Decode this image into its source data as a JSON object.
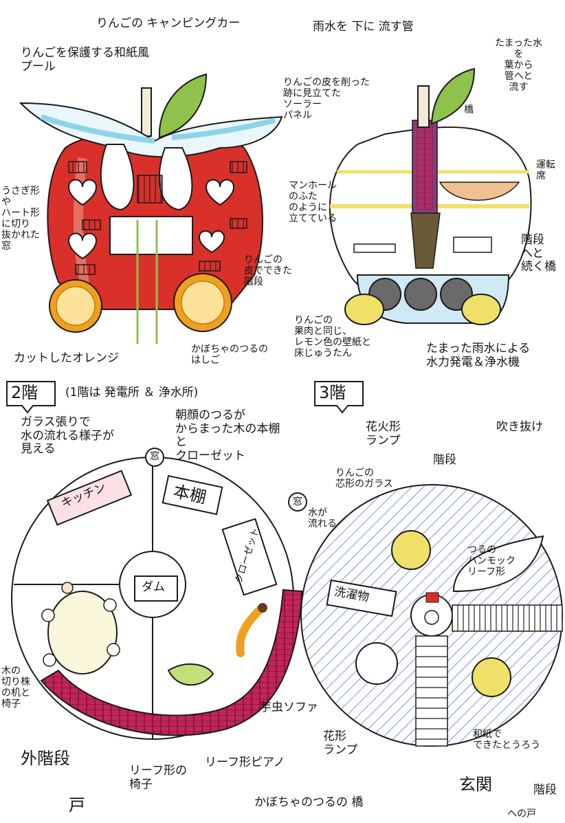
{
  "labels": {
    "camping_car": "りんごの キャンピングカー",
    "washi_pool": "りんごを保護する和紙風\nプール",
    "rabbit_heart_windows": "うさぎ形\nや\nハート形\nに切り\n抜かれた\n窓",
    "orange_wheels": "カットしたオレンジ",
    "pumpkin_ladder": "かぼちゃのつるの\nはしご",
    "peel_stairs": "りんごの\n皮でできた\n階段",
    "rain_pipe": "雨水を 下に 流す管",
    "solar_panel": "りんごの皮を削った\n跡に見立てた\nソーラー\nパネル",
    "leaf_to_pipe": "たまった水\nを\n葉から\n管へと\n流す",
    "bridge_small": "橋",
    "driver_seat": "運転\n席",
    "manhole_table": "マンホール\nのふた\nのように\n立てている",
    "stairs_to_bridge": "階段\nへと\n続く橋",
    "lemon_wallpaper": "りんごの\n果肉と同じ、\nレモン色の壁紙と\n床じゅうたん",
    "hydro_power": "たまった雨水による\n水力発電＆浄水機",
    "floor2": "2階",
    "floor1_note": "(1階は 発電所 ＆ 浄水所)",
    "floor3": "3階",
    "glass_water": "ガラス張りで\n水の流れる様子が\n見える",
    "window_char": "窓",
    "morning_glory_shelf": "朝顔のつるが\nからまった木の本棚\nと\nクローゼット",
    "kitchen": "キッチン",
    "bookshelf": "本棚",
    "closet": "クローゼット",
    "dam": "ダム",
    "water_flows": "水が\n流れる",
    "stump_desk": "木の\n切り株\nの机と\n椅子",
    "outer_stairs": "外階段",
    "door": "戸",
    "leaf_chair": "リーフ形の\n椅子",
    "leaf_piano": "リーフ形ピアノ",
    "caterpillar_sofa": "芋虫ソファ",
    "fireworks_lamp": "花火形\nランプ",
    "stairs3": "階段",
    "atrium": "吹き抜け",
    "core_glass": "りんごの\n芯形のガラス",
    "hammock": "つるの\nハンモック\nリーフ形",
    "laundry": "洗濯物",
    "flower_lamp": "花形\nランプ",
    "washi_lantern": "和紙で\nできたとうろう",
    "entrance": "玄関",
    "pumpkin_bridge": "かぼちゃのつるの 橋",
    "stairs_bottom": "階段",
    "door_bottom": "への戸"
  },
  "colors": {
    "apple_red": "#d9302a",
    "apple_light": "#ef9a8a",
    "leaf_green": "#8fc24a",
    "washi_blue": "#8fd3e8",
    "lemon": "#efe06a",
    "orange": "#f0a020",
    "stair_magenta": "#c2255c",
    "pipe_purple": "#8a3c78",
    "hatch_blue": "#4a66c8",
    "ink": "#1a1a1a"
  }
}
